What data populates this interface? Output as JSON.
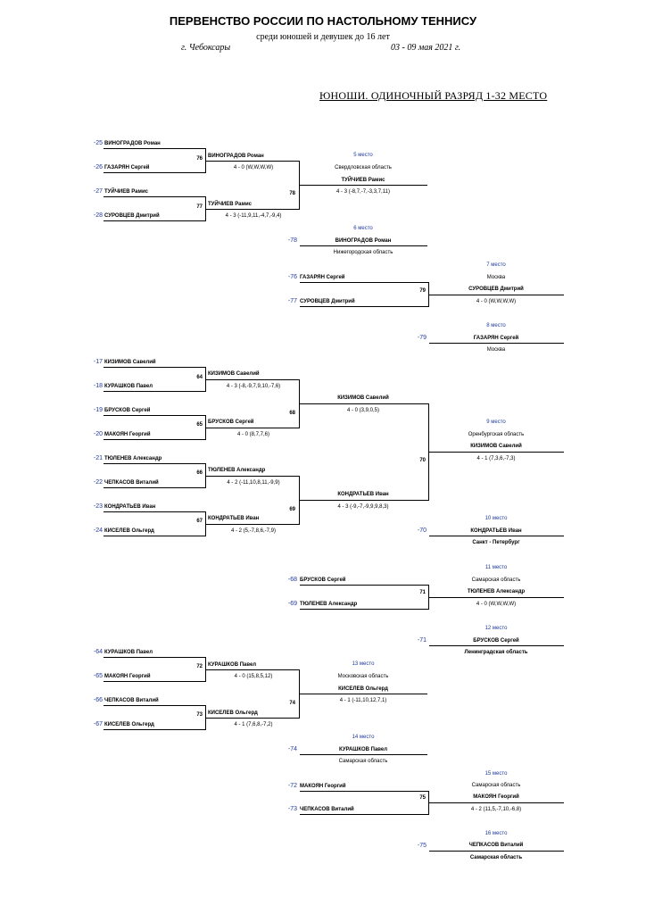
{
  "header": {
    "title": "ПЕРВЕНСТВО РОССИИ ПО НАСТОЛЬНОМУ ТЕННИСУ",
    "subtitle": "среди юношей и девушек до 16 лет",
    "city": "г. Чебоксары",
    "dates": "03 - 09 мая  2021 г.",
    "event": "ЮНОШИ.  ОДИНОЧНЫЙ РАЗРЯД  1-32 МЕСТО"
  },
  "bracket1": {
    "players": [
      {
        "seed": "-25",
        "name": "ВИНОГРАДОВ Роман"
      },
      {
        "seed": "-26",
        "name": "ГАЗАРЯН Сергей"
      },
      {
        "seed": "-27",
        "name": "ТУЙЧИЕВ Рамис"
      },
      {
        "seed": "-28",
        "name": "СУРОВЦЕВ Дмитрий"
      }
    ],
    "r1": [
      {
        "match": "76",
        "winner": "ВИНОГРАДОВ Роман",
        "score": "4 - 0  (W,W,W,W)"
      },
      {
        "match": "77",
        "winner": "ТУЙЧИЕВ Рамис",
        "score": "4 - 3 (-11,9,11,-4,7,-9,4)"
      }
    ],
    "final": {
      "match": "78",
      "place": "5 место",
      "region": "Свердловская область",
      "winner": "ТУЙЧИЕВ Рамис",
      "score": "4 - 3 (-8,7,-7,-3,3,7,11)"
    },
    "loser": {
      "place": "6 место",
      "seed": "-78",
      "name": "ВИНОГРАДОВ Роман",
      "region": "Нижегородская область"
    }
  },
  "bracket2": {
    "players": [
      {
        "seed": "-76",
        "name": "ГАЗАРЯН Сергей"
      },
      {
        "seed": "-77",
        "name": "СУРОВЦЕВ Дмитрий"
      }
    ],
    "final": {
      "match": "79",
      "place": "7 место",
      "region": "Москва",
      "winner": "СУРОВЦЕВ Дмитрий",
      "score": "4 - 0 (W,W,W,W)"
    },
    "loser": {
      "place": "8 место",
      "seed": "-79",
      "name": "ГАЗАРЯН Сергей",
      "region": "Москва"
    }
  },
  "bracket3": {
    "players": [
      {
        "seed": "-17",
        "name": "КИЗИМОВ Савелий"
      },
      {
        "seed": "-18",
        "name": "КУРАШКОВ Павел"
      },
      {
        "seed": "-19",
        "name": "БРУСКОВ Сергей"
      },
      {
        "seed": "-20",
        "name": "МАКОЯН Георгий"
      },
      {
        "seed": "-21",
        "name": "ТЮЛЕНЕВ Александр"
      },
      {
        "seed": "-22",
        "name": "ЧЕПКАСОВ Виталий"
      },
      {
        "seed": "-23",
        "name": "КОНДРАТЬЕВ Иван"
      },
      {
        "seed": "-24",
        "name": "КИСЕЛЕВ Ольгерд"
      }
    ],
    "r1": [
      {
        "match": "64",
        "winner": "КИЗИМОВ Савелий",
        "score": "4 - 3 (-8,-9,7,9,10,-7,6)"
      },
      {
        "match": "65",
        "winner": "БРУСКОВ Сергей",
        "score": "4 - 0 (8,7,7,6)"
      },
      {
        "match": "66",
        "winner": "ТЮЛЕНЕВ Александр",
        "score": "4 - 2 (-11,10,8,11,-9,9)"
      },
      {
        "match": "67",
        "winner": "КОНДРАТЬЕВ Иван",
        "score": "4 - 2 (5,-7,8,6,-7,9)"
      }
    ],
    "r2": [
      {
        "match": "68",
        "winner": "КИЗИМОВ Савелий",
        "score": "4 - 0 (3,9,0,5)"
      },
      {
        "match": "69",
        "winner": "КОНДРАТЬЕВ Иван",
        "score": "4 - 3 (-9,-7,-9,9,9,8,3)"
      }
    ],
    "final": {
      "match": "70",
      "place": "9 место",
      "region": "Оренбургская область",
      "winner": "КИЗИМОВ Савелий",
      "score": "4 - 1 (7,3,6,-7,3)"
    },
    "loser": {
      "place": "10 место",
      "seed": "-70",
      "name": "КОНДРАТЬЕВ Иван",
      "region": "Санкт - Петербург"
    }
  },
  "bracket4": {
    "players": [
      {
        "seed": "-68",
        "name": "БРУСКОВ Сергей"
      },
      {
        "seed": "-69",
        "name": "ТЮЛЕНЕВ Александр"
      }
    ],
    "final": {
      "match": "71",
      "place": "11 место",
      "region": "Самарская область",
      "winner": "ТЮЛЕНЕВ Александр",
      "score": "4 - 0 (W,W,W,W)"
    },
    "loser": {
      "place": "12 место",
      "seed": "-71",
      "name": "БРУСКОВ Сергей",
      "region": "Ленинградская область"
    }
  },
  "bracket5": {
    "players": [
      {
        "seed": "-64",
        "name": "КУРАШКОВ Павел"
      },
      {
        "seed": "-65",
        "name": "МАКОЯН Георгий"
      },
      {
        "seed": "-66",
        "name": "ЧЕПКАСОВ Виталий"
      },
      {
        "seed": "-67",
        "name": "КИСЕЛЕВ Ольгерд"
      }
    ],
    "r1": [
      {
        "match": "72",
        "winner": "КУРАШКОВ Павел",
        "score": "4 - 0 (15,8,5,12)"
      },
      {
        "match": "73",
        "winner": "КИСЕЛЕВ Ольгерд",
        "score": "4 - 1 (7,6,8,-7,2)"
      }
    ],
    "final": {
      "match": "74",
      "place": "13 место",
      "region": "Московская область",
      "winner": "КИСЕЛЕВ Ольгерд",
      "score": "4 - 1 (-11,10,12,7,1)"
    },
    "loser": {
      "place": "14 место",
      "seed": "-74",
      "name": "КУРАШКОВ Павел",
      "region": "Самарская область"
    }
  },
  "bracket6": {
    "players": [
      {
        "seed": "-72",
        "name": "МАКОЯН Георгий"
      },
      {
        "seed": "-73",
        "name": "ЧЕПКАСОВ Виталий"
      }
    ],
    "final": {
      "match": "75",
      "place": "15 место",
      "region": "Самарская область",
      "winner": "МАКОЯН Георгий",
      "score": "4 - 2 (11,5,-7,10,-6,8)"
    },
    "loser": {
      "place": "16 место",
      "seed": "-75",
      "name": "ЧЕПКАСОВ Виталий",
      "region": "Самарская область"
    }
  }
}
